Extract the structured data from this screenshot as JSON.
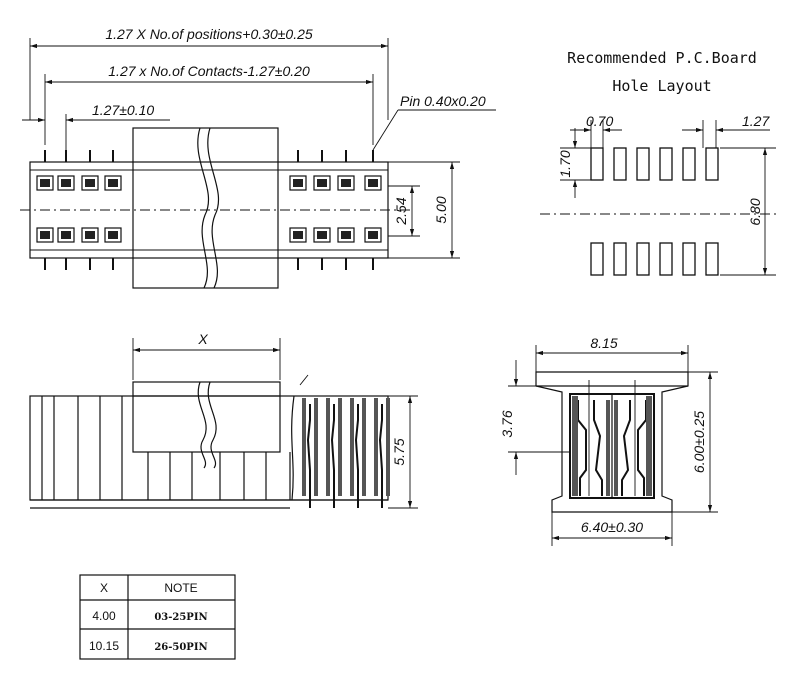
{
  "dimensions": {
    "overall_length": "1.27 X No.of positions+0.30±0.25",
    "contacts_length": "1.27 x No.of Contacts-1.27±0.20",
    "pitch": "1.27±0.10",
    "pin": "Pin 0.40x0.20",
    "row_spacing": "2.54",
    "width_top": "5.00",
    "x_label": "X",
    "height_side": "5.75",
    "end_width": "8.15",
    "end_offset": "3.76",
    "end_height": "6.00±0.25",
    "end_base": "6.40±0.30"
  },
  "pcb_layout": {
    "title_line1": "Recommended P.C.Board",
    "title_line2": "Hole Layout",
    "pad_width": "0.70",
    "pad_pitch": "1.27",
    "pad_height": "1.70",
    "row_distance": "6.80"
  },
  "table": {
    "headers": [
      "X",
      "NOTE"
    ],
    "rows": [
      {
        "x": "4.00",
        "note": "03-25PIN"
      },
      {
        "x": "10.15",
        "note": "26-50PIN"
      }
    ]
  }
}
